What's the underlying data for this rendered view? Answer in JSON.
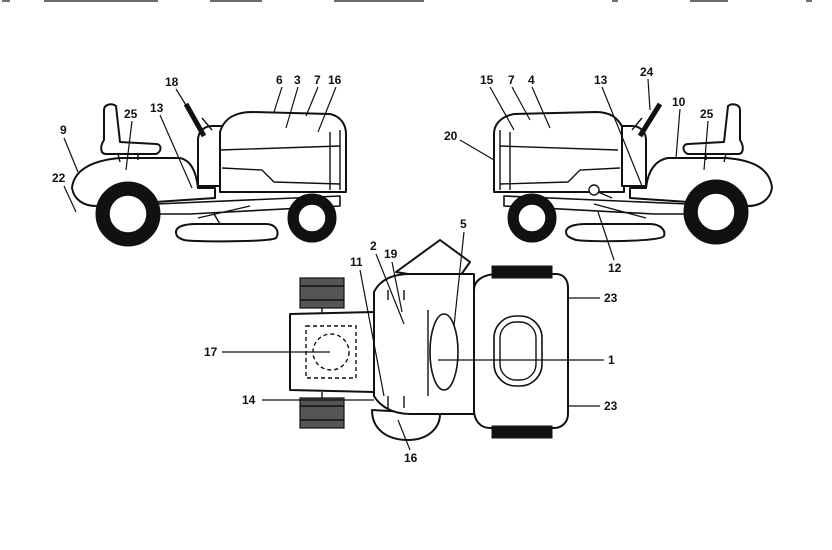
{
  "header": {
    "fragments": [
      "[header text cut off at top edge]"
    ]
  },
  "diagram": {
    "left_view_labels": {
      "c18": "18",
      "c6": "6",
      "c3": "3",
      "c7": "7",
      "c16": "16",
      "c25": "25",
      "c13": "13",
      "c9": "9",
      "c22": "22"
    },
    "right_view_labels": {
      "c15": "15",
      "c7": "7",
      "c4": "4",
      "c13": "13",
      "c24": "24",
      "c10": "10",
      "c25": "25",
      "c20": "20",
      "c12": "12"
    },
    "top_view_labels": {
      "c2": "2",
      "c19": "19",
      "c5": "5",
      "c11": "11",
      "c17": "17",
      "c1": "1",
      "c14": "14",
      "c16": "16",
      "c23a": "23",
      "c23b": "23"
    }
  }
}
